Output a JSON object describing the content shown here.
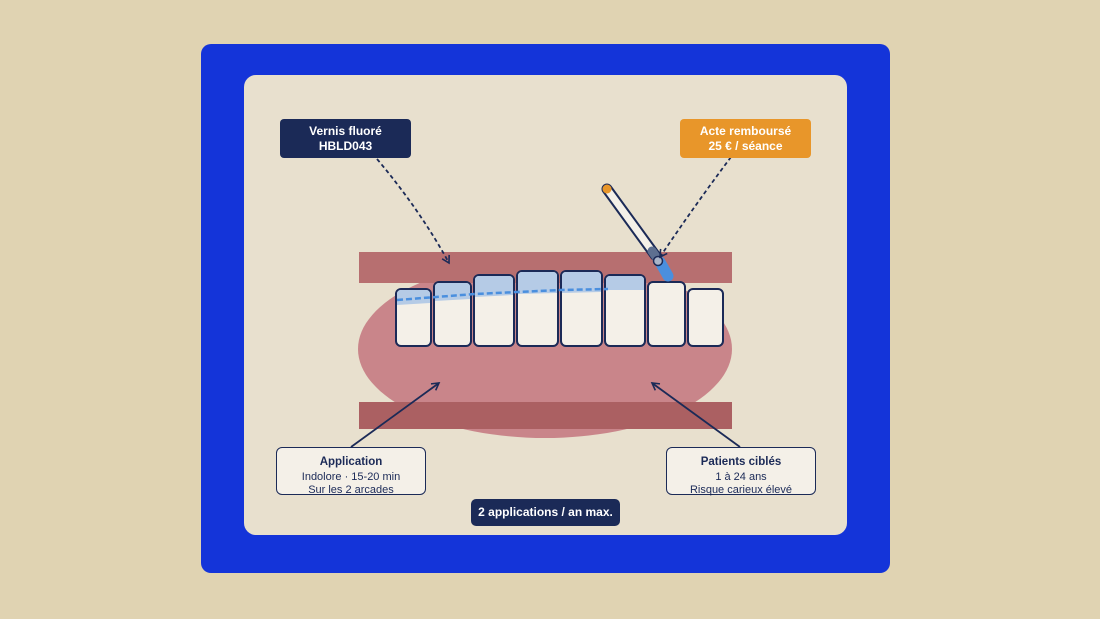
{
  "callouts": {
    "vernis": {
      "title": "Vernis fluoré",
      "code": "HBLD043"
    },
    "acte": {
      "title": "Acte remboursé",
      "price": "25 € / séance"
    },
    "application": {
      "title": "Application",
      "line1": "Indolore · 15-20 min",
      "line2": "Sur les 2 arcades"
    },
    "patients": {
      "title": "Patients ciblés",
      "line1": "1 à 24 ans",
      "line2": "Risque carieux élevé"
    }
  },
  "badge": {
    "label": "2 applications / an max."
  },
  "colors": {
    "background": "#e0d3b2",
    "frame": "#1434d9",
    "panel": "#e8e0ce",
    "navy": "#1b2a57",
    "orange": "#e8962a",
    "gum": "#c9858a",
    "lip": "#b76f70",
    "varnish": "#4a8fde"
  },
  "icons": [
    "fluoride-brush-icon"
  ]
}
